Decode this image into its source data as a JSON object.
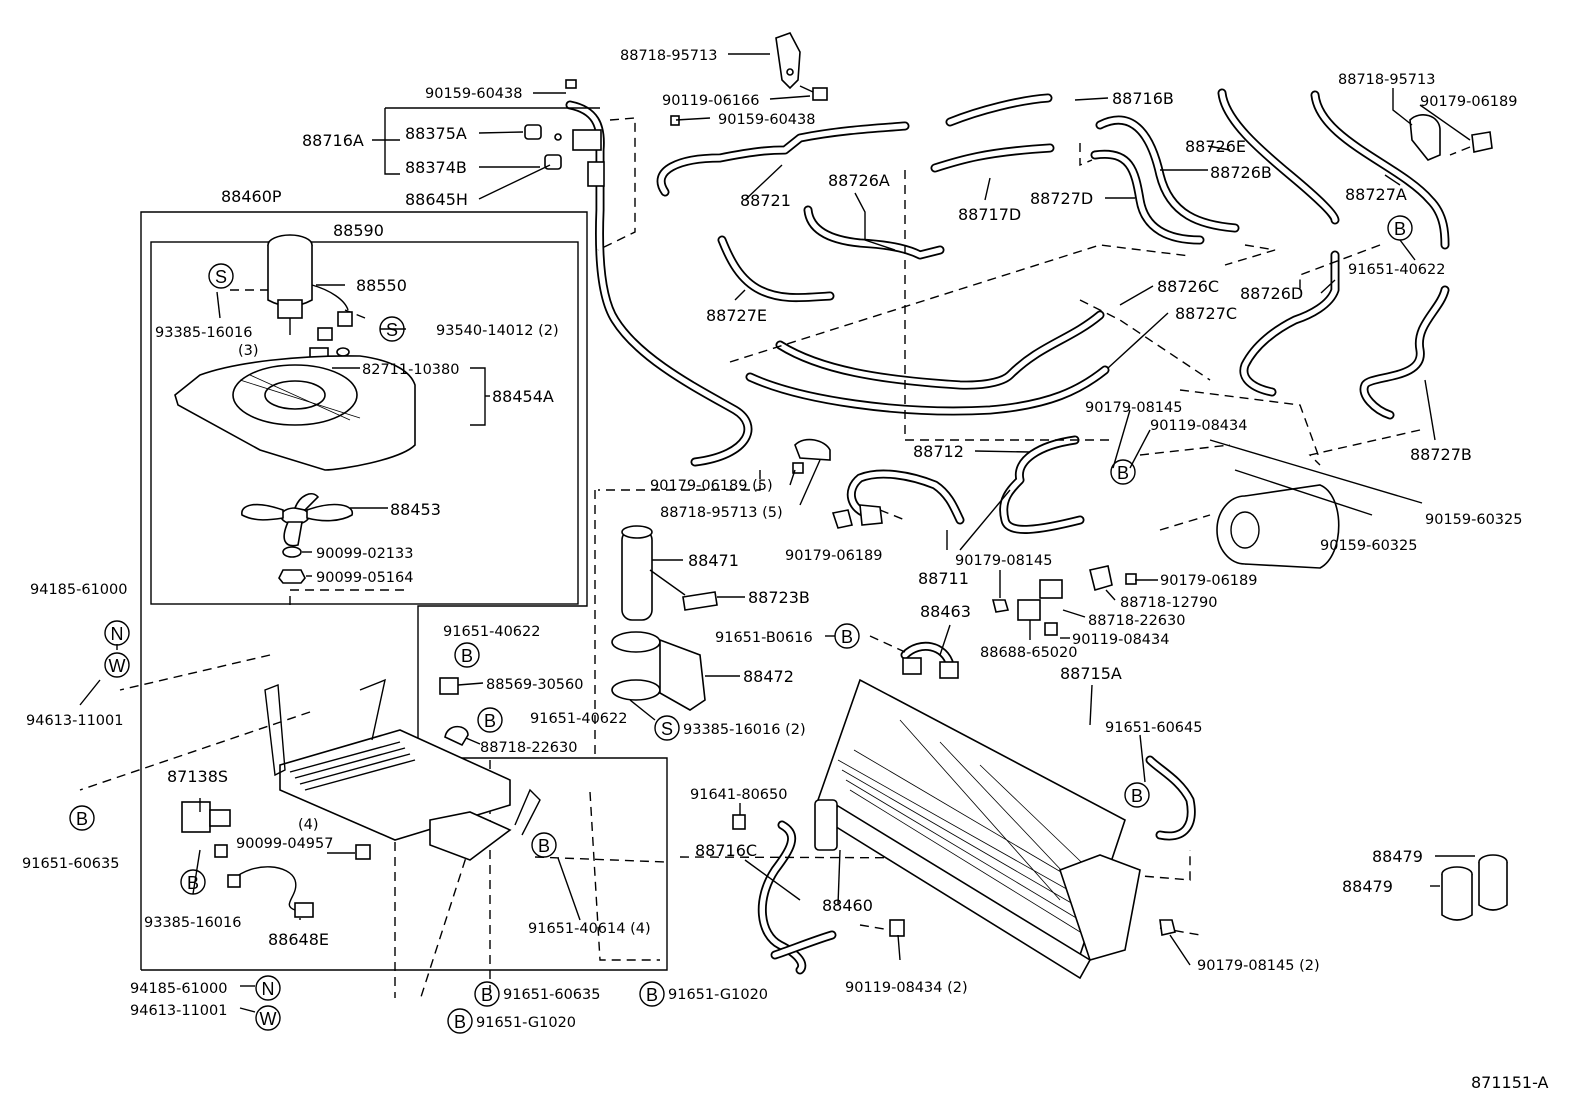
{
  "drawing_code": "871151-A",
  "symbols": {
    "S": "S",
    "B": "B",
    "N": "N",
    "W": "W"
  },
  "labels": {
    "p88718_95713_top": "88718-95713",
    "p90159_60438_a": "90159-60438",
    "p90119_06166": "90119-06166",
    "p90159_60438_b": "90159-60438",
    "p88716A": "88716A",
    "p88375A": "88375A",
    "p88374B": "88374B",
    "p88645H": "88645H",
    "p88460P": "88460P",
    "p88590": "88590",
    "p88550": "88550",
    "p93385_16016_3": "93385-16016",
    "p3": "(3)",
    "p93540_14012": "93540-14012 (2)",
    "p82711_10380": "82711-10380",
    "p88454A": "88454A",
    "p88453": "88453",
    "p90099_02133": "90099-02133",
    "p90099_05164": "90099-05164",
    "p94185_61000_a": "94185-61000",
    "p94613_11001_a": "94613-11001",
    "p91651_40622_a": "91651-40622",
    "p88569_30560": "88569-30560",
    "p91651_40622_b": "91651-40622",
    "p88718_22630_a": "88718-22630",
    "p87138S": "87138S",
    "p90099_04957": "90099-04957",
    "p4": "(4)",
    "p91651_60635_a": "91651-60635",
    "p93385_16016_b": "93385-16016",
    "p88648E": "88648E",
    "p91651_40614": "91651-40614 (4)",
    "p94185_61000_b": "94185-61000",
    "p94613_11001_b": "94613-11001",
    "p91651_60635_b": "91651-60635",
    "p91651_G1020_a": "91651-G1020",
    "p91651_G1020_b": "91651-G1020",
    "p88721": "88721",
    "p88726A": "88726A",
    "p88717D": "88717D",
    "p88727D": "88727D",
    "p88716B": "88716B",
    "p88726E": "88726E",
    "p88726B": "88726B",
    "p88718_95713_r": "88718-95713",
    "p90179_06189_r": "90179-06189",
    "p88727A": "88727A",
    "p91651_40622_r": "91651-40622",
    "p88727E": "88727E",
    "p88726C": "88726C",
    "p88727C": "88727C",
    "p88726D": "88726D",
    "p88727B": "88727B",
    "p88712": "88712",
    "p90179_08145_a": "90179-08145",
    "p90119_08434_a": "90119-08434",
    "p90159_60325_a": "90159-60325",
    "p90159_60325_b": "90159-60325",
    "p90179_06189_5": "90179-06189 (5)",
    "p88718_95713_5": "88718-95713 (5)",
    "p90179_06189_c": "90179-06189",
    "p88711": "88711",
    "p90179_08145_b": "90179-08145",
    "p90179_06189_d": "90179-06189",
    "p88718_12790": "88718-12790",
    "p88718_22630_b": "88718-22630",
    "p88688_65020": "88688-65020",
    "p90119_08434_b": "90119-08434",
    "p88471": "88471",
    "p88723B": "88723B",
    "p91651_B0616": "91651-B0616",
    "p88463": "88463",
    "p88715A": "88715A",
    "p88472": "88472",
    "p93385_16016_2": "93385-16016 (2)",
    "p91651_60645": "91651-60645",
    "p91641_80650": "91641-80650",
    "p88716C": "88716C",
    "p88460": "88460",
    "p90119_08434_2": "90119-08434 (2)",
    "p90179_08145_2": "90179-08145 (2)",
    "p88479_a": "88479",
    "p88479_b": "88479"
  }
}
